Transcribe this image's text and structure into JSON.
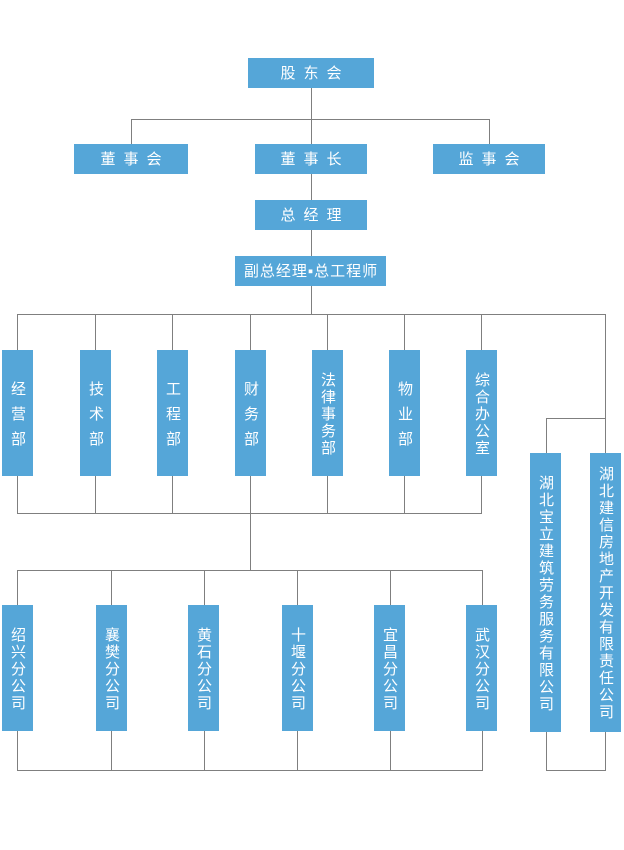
{
  "colors": {
    "box_fill": "#55a6d8",
    "line": "#7f7f7f",
    "text": "#ffffff",
    "background": "#ffffff"
  },
  "chart": {
    "shareholders_label": "股东会",
    "board_label": "董事会",
    "chairman_label": "董事长",
    "supervisory_label": "监事会",
    "general_manager_label": "总经理",
    "deputy_gm_label": "副总经理▪总工程师",
    "departments": [
      {
        "label": "经营部"
      },
      {
        "label": "技术部"
      },
      {
        "label": "工程部"
      },
      {
        "label": "财务部"
      },
      {
        "label": "法律事务部"
      },
      {
        "label": "物业部"
      },
      {
        "label": "综合办公室"
      }
    ],
    "subsidiaries": [
      {
        "label": "湖北宝立建筑劳务服务有限公司"
      },
      {
        "label": "湖北建信房地产开发有限责任公司"
      }
    ],
    "branches": [
      {
        "label": "绍兴分公司"
      },
      {
        "label": "襄樊分公司"
      },
      {
        "label": "黄石分公司"
      },
      {
        "label": "十堰分公司"
      },
      {
        "label": "宜昌分公司"
      },
      {
        "label": "武汉分公司"
      }
    ]
  }
}
